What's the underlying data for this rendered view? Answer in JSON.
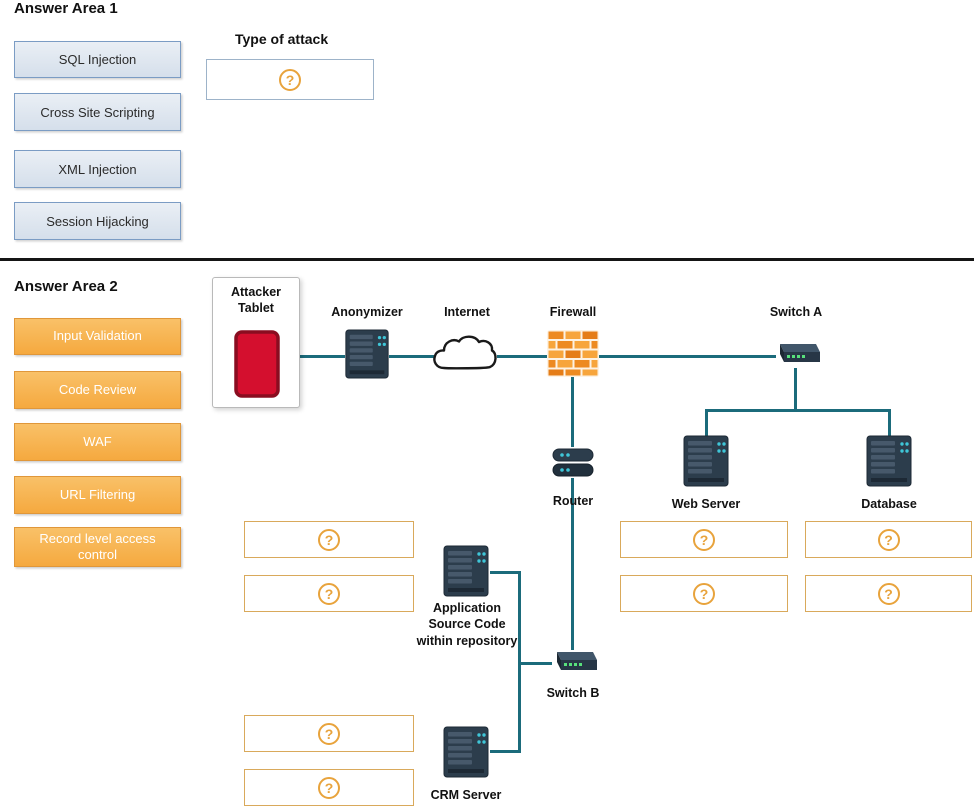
{
  "area1": {
    "title": "Answer Area 1",
    "drop_label": "Type of attack",
    "options": [
      "SQL Injection",
      "Cross Site Scripting",
      "XML Injection",
      "Session Hijacking"
    ]
  },
  "area2": {
    "title": "Answer Area 2",
    "options": [
      "Input Validation",
      "Code Review",
      "WAF",
      "URL Filtering",
      "Record level access control"
    ],
    "nodes": {
      "attacker_tablet": "Attacker Tablet",
      "anonymizer": "Anonymizer",
      "internet": "Internet",
      "firewall": "Firewall",
      "switch_a": "Switch A",
      "router": "Router",
      "web_server": "Web Server",
      "database": "Database",
      "app_repo": "Application Source Code within repository",
      "switch_b": "Switch B",
      "crm_server": "CRM Server"
    }
  },
  "icons": {
    "question_mark": "?"
  },
  "colors": {
    "accent_orange": "#F2A33C",
    "option_blue_bg": "#DCE4EE",
    "option_blue_border": "#7B9CC4",
    "option_orange_bg": "#F5A93F",
    "wire_teal": "#1B6B7B",
    "tablet_red": "#D40F2E",
    "firewall_orange": "#ED8A21"
  }
}
